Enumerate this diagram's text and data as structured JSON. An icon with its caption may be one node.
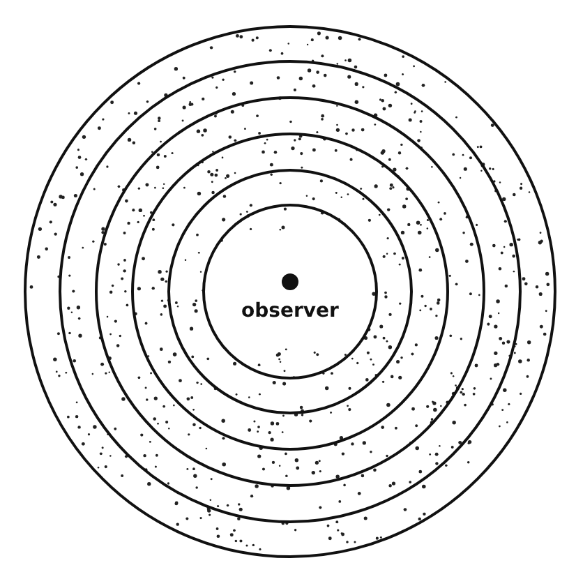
{
  "diagram": {
    "nodes": [
      {
        "text": [],
        "shape": "circle"
      },
      {
        "text": [],
        "shape": "circle",
        "in": 0
      },
      {
        "text": [],
        "shape": "circle",
        "in": 1
      },
      {
        "text": [],
        "shape": "circle",
        "in": 2
      },
      {
        "text": [],
        "shape": "circle",
        "in": 3
      },
      {
        "text": [
          "observer"
        ],
        "in": 4
      }
    ]
  }
}
